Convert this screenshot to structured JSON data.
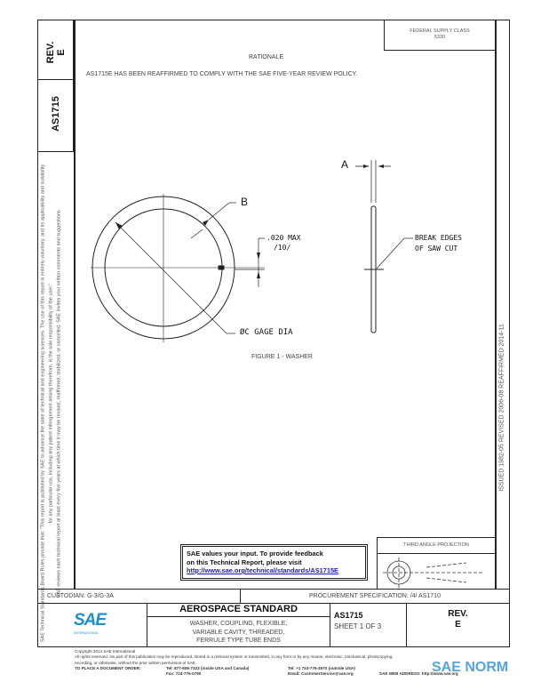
{
  "sidebar": {
    "rev_label": "REV.",
    "rev_value": "E",
    "doc_number": "AS1715",
    "disclaimer_1": "SAE Technical Standards Board Rules provide that: \"This report is published by SAE to advance the state of technical and engineering sciences. The use of this report is entirely voluntary, and its applicability and suitability for any particular use, including any patent infringement arising therefrom, is the sole responsibility of the user.\"",
    "disclaimer_2": "SAE reviews each technical report at least every five years at which time it may be revised, reaffirmed, stabilized, or cancelled. SAE invites your written comments and suggestions."
  },
  "header": {
    "federal_supply_class": "FEDERAL SUPPLY CLASS",
    "fsc_value": "5330",
    "rationale_title": "RATIONALE",
    "rationale_text": "AS1715E HAS BEEN REAFFIRMED TO COMPLY WITH THE SAE FIVE-YEAR REVIEW POLICY."
  },
  "drawing": {
    "label_a": "A",
    "label_b": "B",
    "max_note": ".020 MAX",
    "max_note_2": "/10/",
    "gage_dia": "ØC GAGE DIA",
    "break_edges": "BREAK EDGES",
    "saw_cut": "OF SAW CUT",
    "figure_caption": "FIGURE 1 - WASHER"
  },
  "right_strip": {
    "dates": "ISSUED 1982-05    REVISED 2006-08    REAFFIRMED 2014-11"
  },
  "feedback": {
    "line1": "SAE values your input. To provide feedback",
    "line2": "on this Technical Report, please visit",
    "link": "http://www.sae.org/technical/standards/AS1715E"
  },
  "projection": {
    "label": "THIRD ANGLE PROJECTION"
  },
  "title_block": {
    "custodian": "CUSTODIAN: G-3/G-3A",
    "procurement": "PROCUREMENT SPECIFICATION: /4/ AS1710",
    "logo": "SAE",
    "logo_sub": "INTERNATIONAL",
    "standard_type": "AEROSPACE STANDARD",
    "title_1": "WASHER, COUPLING, FLEXIBLE,",
    "title_2": "VARIABLE CAVITY, THREADED,",
    "title_3": "FERRULE TYPE TUBE ENDS",
    "doc_number": "AS1715",
    "sheet": "SHEET 1 OF 3",
    "rev_label": "REV.",
    "rev_value": "E"
  },
  "footer": {
    "copyright": "Copyright 2014 SAE International",
    "rights": "All rights reserved. No part of this publication may be reproduced, stored in a retrieval system or transmitted, in any form or by any means, electronic, mechanical, photocopying,",
    "rights_2": "recording, or otherwise, without the prior written permission of SAE.",
    "order_label": "TO PLACE A DOCUMENT ORDER:",
    "tel": "Tel: 877-606-7323 (inside USA and Canada)",
    "fax": "Fax: 724-776-0790",
    "tel_outside": "Tel: +1 724-776-4970 (outside USA)",
    "email": "Email: CustomerService@sae.org",
    "web": "SAE WEB ADDRESS: http://www.sae.org",
    "watermark": "SAE NORM"
  }
}
